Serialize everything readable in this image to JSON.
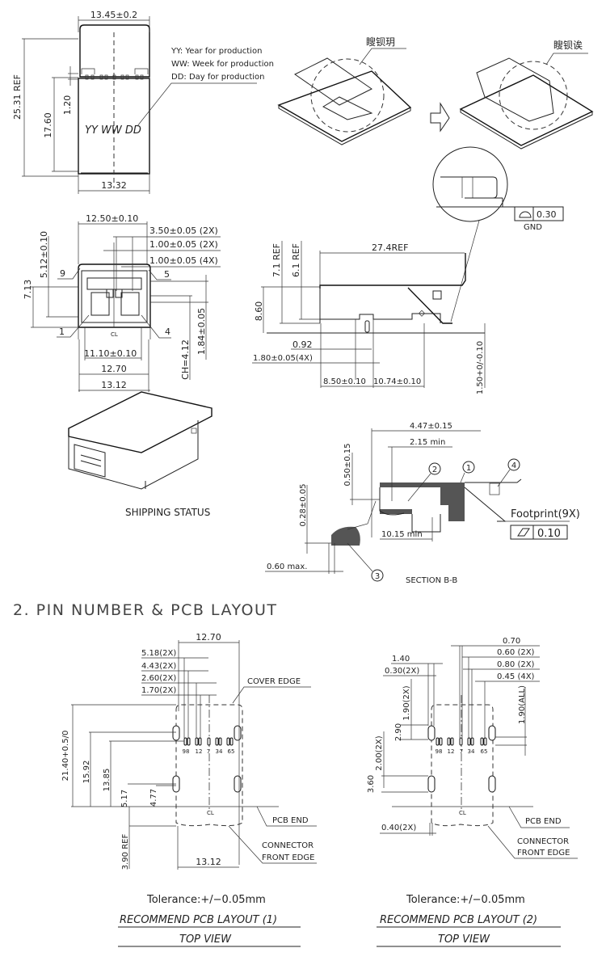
{
  "top_view": {
    "width_top": "13.45±0.2",
    "width_bottom": "13.32",
    "height_ref": "25.31 REF",
    "height_body": "17.60",
    "height_small": "1.20",
    "marking": "YY WW DD",
    "legend": [
      "YY: Year for production",
      "WW: Week for production",
      "DD: Day for production"
    ]
  },
  "assembly": {
    "label_before": "瞍钡玥",
    "label_after": "瞍钡诶",
    "flatness_value": "0.30",
    "gnd_label": "GND"
  },
  "front_view": {
    "width_top": "12.50±0.10",
    "dim_a": "3.50±0.05  (2X)",
    "dim_b": "1.00±0.05  (2X)",
    "dim_c": "1.00±0.05  (4X)",
    "height_a": "5.12±0.10",
    "height_b": "7.13",
    "pin_9": "9",
    "pin_5": "5",
    "pin_1": "1",
    "pin_4": "4",
    "cl": "CL",
    "width_a": "11.10±0.10",
    "width_b": "12.70",
    "width_c": "13.12",
    "ch": "CH=4.12",
    "height_c": "1.84±0.05"
  },
  "side_view": {
    "length_ref": "27.4REF",
    "ref_a": "7.1 REF",
    "ref_b": "6.1 REF",
    "height": "8.60",
    "dim_a": "0.92",
    "dim_b": "1.80±0.05(4X)",
    "dim_c": "8.50±0.10",
    "dim_d": "10.74±0.10",
    "dim_e": "1.50+0/-0.10"
  },
  "shipping": {
    "label": "SHIPPING STATUS"
  },
  "section": {
    "dim_a": "4.47±0.15",
    "dim_b": "2.15  min",
    "dim_c": "0.50±0.15",
    "dim_d": "0.28±0.05",
    "dim_e": "10.15  min",
    "dim_f": "0.60  max.",
    "callouts": [
      "1",
      "2",
      "3",
      "4"
    ],
    "footprint": "Footprint(9X)",
    "flatness_value": "0.10",
    "title": "SECTION B-B"
  },
  "section2_title": "2. PIN NUMBER & PCB LAYOUT",
  "layout1": {
    "width_top": "12.70",
    "dims": [
      "5.18(2X)",
      "4.43(2X)",
      "2.60(2X)",
      "1.70(2X)"
    ],
    "cover_edge": "COVER EDGE",
    "heights": [
      "21.40+0.5/0",
      "15.92",
      "13.85",
      "5.17",
      "4.77"
    ],
    "pins": [
      "98",
      "12",
      "7",
      "34",
      "65"
    ],
    "cl": "CL",
    "pcb_end": "PCB END",
    "connector": "CONNECTOR",
    "front_edge": "FRONT EDGE",
    "ref": "3.90 REF",
    "width_bottom": "13.12",
    "tolerance": "Tolerance:+/−0.05mm",
    "title": "RECOMMEND PCB LAYOUT (1)",
    "subtitle": "TOP VIEW"
  },
  "layout2": {
    "dims_right": [
      "0.70",
      "0.60  (2X)",
      "0.80  (2X)",
      "0.45  (4X)"
    ],
    "dims_left": [
      "1.40",
      "0.30(2X)"
    ],
    "heights": [
      "1.90(2X)",
      "1.90(ALL)",
      "2.90",
      "2.00(2X)",
      "3.60"
    ],
    "bottom_dim": "0.40(2X)",
    "pins": [
      "98",
      "12",
      "7",
      "34",
      "65"
    ],
    "cl": "CL",
    "pcb_end": "PCB END",
    "connector": "CONNECTOR",
    "front_edge": "FRONT EDGE",
    "tolerance": "Tolerance:+/−0.05mm",
    "title": "RECOMMEND PCB LAYOUT (2)",
    "subtitle": "TOP VIEW"
  }
}
